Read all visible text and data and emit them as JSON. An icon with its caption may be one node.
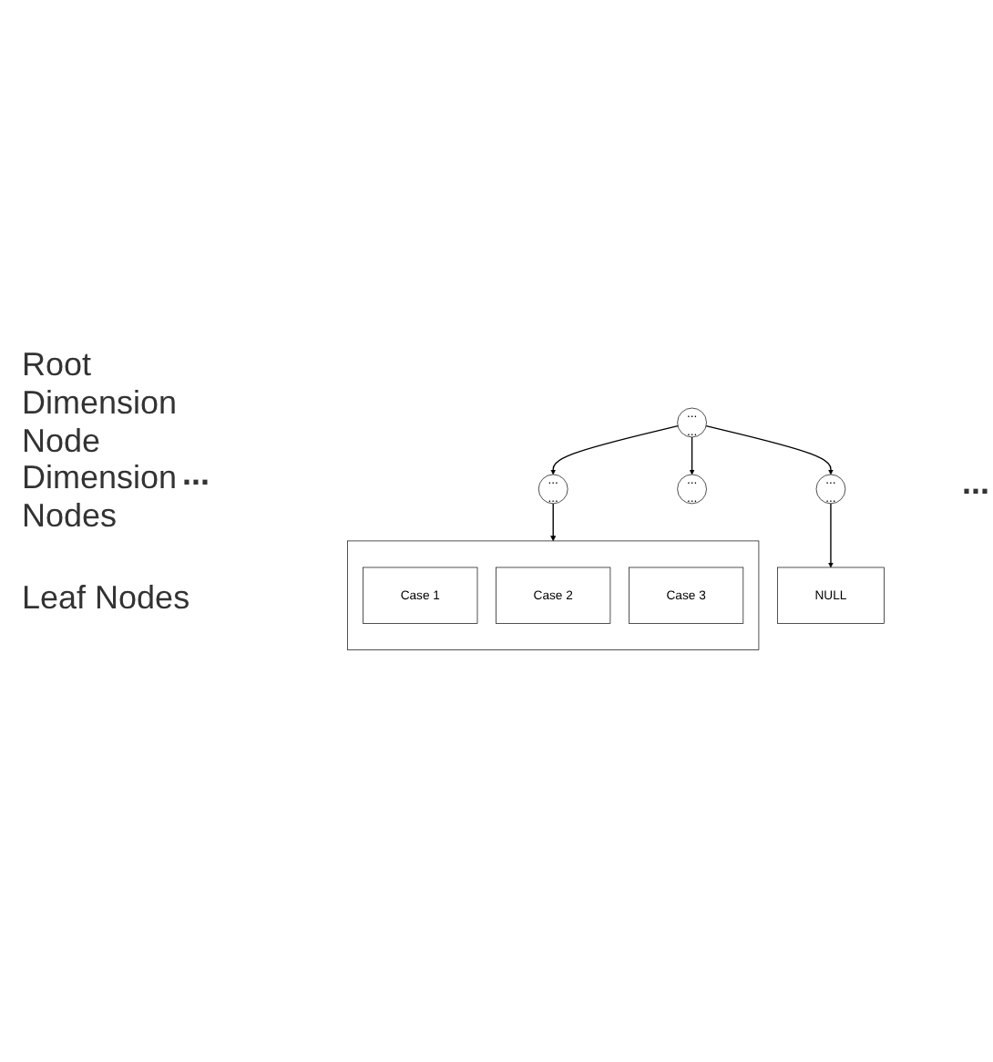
{
  "diagram": {
    "nodes": [
      {
        "text": [
          "...",
          "..."
        ]
      },
      {
        "text": [
          "...",
          "..."
        ]
      },
      {
        "text": [
          "...",
          "..."
        ]
      },
      {
        "text": [
          "...",
          "..."
        ]
      },
      {
        "text": [],
        "shape": "box"
      },
      {
        "text": [
          "Case 1"
        ],
        "in": 4
      },
      {
        "text": [
          "Case 2"
        ],
        "in": 4
      },
      {
        "text": [
          "Case 3"
        ],
        "in": 4
      },
      {
        "text": [
          "NULL"
        ]
      }
    ],
    "edges": [
      {
        "from": 0,
        "to": 1,
        "arrow": "to"
      },
      {
        "from": 0,
        "to": 2,
        "arrow": "to"
      },
      {
        "from": 0,
        "to": 3,
        "arrow": "to"
      },
      {
        "from": 1,
        "to": 4,
        "arrow": "to"
      },
      {
        "from": 3,
        "to": 8,
        "arrow": "to"
      }
    ],
    "labels": [
      "Root Dimension Node",
      "Dimension Nodes",
      "...",
      "...",
      "Leaf Nodes"
    ]
  }
}
